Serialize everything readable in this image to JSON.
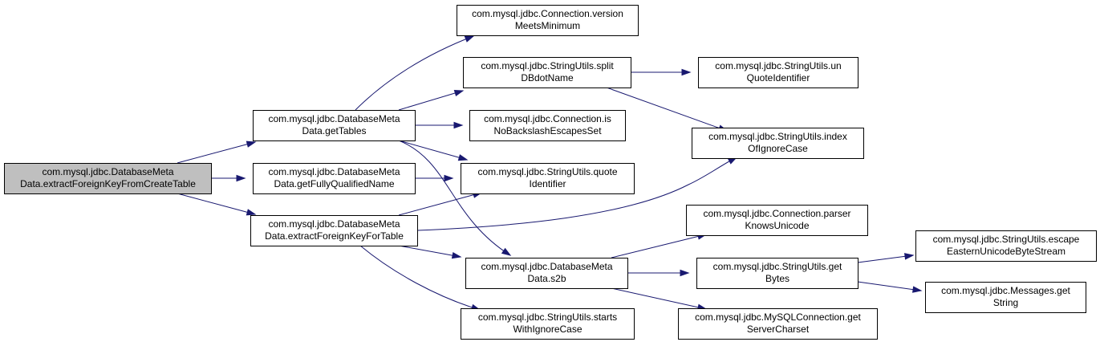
{
  "colors": {
    "edge": "#191970",
    "root_fill": "#bfbfbf",
    "node_fill": "#ffffff",
    "node_border": "#000000"
  },
  "nodes": [
    {
      "id": "root",
      "lines": [
        "com.mysql.jdbc.DatabaseMeta",
        "Data.extractForeignKeyFromCreateTable"
      ],
      "root": true
    },
    {
      "id": "gt",
      "lines": [
        "com.mysql.jdbc.DatabaseMeta",
        "Data.getTables"
      ]
    },
    {
      "id": "gfq",
      "lines": [
        "com.mysql.jdbc.DatabaseMeta",
        "Data.getFullyQualifiedName"
      ]
    },
    {
      "id": "efkt",
      "lines": [
        "com.mysql.jdbc.DatabaseMeta",
        "Data.extractForeignKeyForTable"
      ]
    },
    {
      "id": "cvm",
      "lines": [
        "com.mysql.jdbc.Connection.version",
        "MeetsMinimum"
      ]
    },
    {
      "id": "split",
      "lines": [
        "com.mysql.jdbc.StringUtils.split",
        "DBdotName"
      ]
    },
    {
      "id": "cnb",
      "lines": [
        "com.mysql.jdbc.Connection.is",
        "NoBackslashEscapesSet"
      ]
    },
    {
      "id": "qi",
      "lines": [
        "com.mysql.jdbc.StringUtils.quote",
        "Identifier"
      ]
    },
    {
      "id": "s2b",
      "lines": [
        "com.mysql.jdbc.DatabaseMeta",
        "Data.s2b"
      ]
    },
    {
      "id": "swic",
      "lines": [
        "com.mysql.jdbc.StringUtils.starts",
        "WithIgnoreCase"
      ]
    },
    {
      "id": "uqi",
      "lines": [
        "com.mysql.jdbc.StringUtils.un",
        "QuoteIdentifier"
      ]
    },
    {
      "id": "ioic",
      "lines": [
        "com.mysql.jdbc.StringUtils.index",
        "OfIgnoreCase"
      ]
    },
    {
      "id": "cpku",
      "lines": [
        "com.mysql.jdbc.Connection.parser",
        "KnowsUnicode"
      ]
    },
    {
      "id": "gb",
      "lines": [
        "com.mysql.jdbc.StringUtils.get",
        "Bytes"
      ]
    },
    {
      "id": "gsc",
      "lines": [
        "com.mysql.jdbc.MySQLConnection.get",
        "ServerCharset"
      ]
    },
    {
      "id": "eeu",
      "lines": [
        "com.mysql.jdbc.StringUtils.escape",
        "EasternUnicodeByteStream"
      ]
    },
    {
      "id": "mgs",
      "lines": [
        "com.mysql.jdbc.Messages.get",
        "String"
      ]
    }
  ],
  "edges": [
    {
      "from": "root",
      "to": "gt"
    },
    {
      "from": "root",
      "to": "gfq"
    },
    {
      "from": "root",
      "to": "efkt"
    },
    {
      "from": "gt",
      "to": "cvm"
    },
    {
      "from": "gt",
      "to": "split"
    },
    {
      "from": "gt",
      "to": "cnb"
    },
    {
      "from": "gt",
      "to": "qi"
    },
    {
      "from": "gt",
      "to": "s2b"
    },
    {
      "from": "gfq",
      "to": "qi"
    },
    {
      "from": "efkt",
      "to": "qi"
    },
    {
      "from": "efkt",
      "to": "ioic"
    },
    {
      "from": "efkt",
      "to": "s2b"
    },
    {
      "from": "efkt",
      "to": "swic"
    },
    {
      "from": "split",
      "to": "uqi"
    },
    {
      "from": "split",
      "to": "ioic"
    },
    {
      "from": "s2b",
      "to": "cpku"
    },
    {
      "from": "s2b",
      "to": "gb"
    },
    {
      "from": "s2b",
      "to": "gsc"
    },
    {
      "from": "gb",
      "to": "eeu"
    },
    {
      "from": "gb",
      "to": "mgs"
    }
  ]
}
